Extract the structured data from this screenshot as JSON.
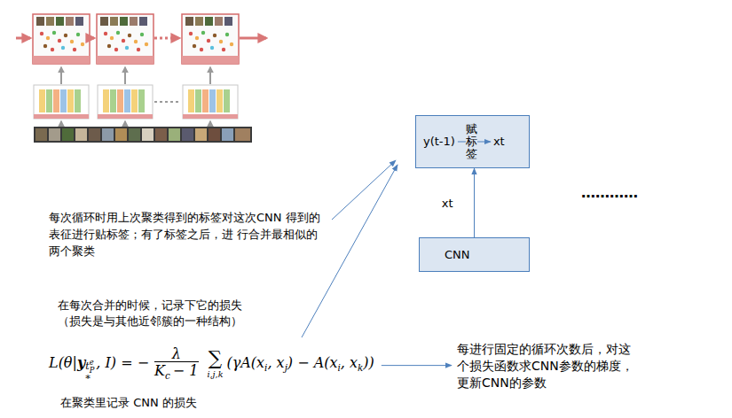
{
  "diagram": {
    "nodes": [
      {
        "text": [
          "y(t-1)",
          "赋标签",
          "xt"
        ]
      },
      {
        "text": [
          "CNN"
        ]
      }
    ],
    "edges": [
      {
        "from": 1,
        "to": 0,
        "arrow": "to",
        "label": "xt"
      }
    ],
    "labels": [
      "每次循环时用上次聚类得到的标签对这次CNN 得到的表征进行贴标签；有了标签之后，进 行合并最相似的两个聚类",
      "在每次合并的时候，记录下它的损失 （损失是与其他近邻簇的一种结构）",
      "L(θ|",
      "y",
      "t",
      "e",
      "P",
      "*",
      ", I) = −",
      "λ",
      "K",
      "c",
      "− 1",
      "∑",
      "i,j,k",
      "(γA(x",
      "i",
      ", x",
      "j",
      ") − A(x",
      "i",
      ", x",
      "k",
      "))",
      "每进行固定的循环次数后，对这 个损失函数求CNN参数的梯度， 更新CNN的参数",
      "在聚类里记录 CNN 的损失",
      "…………"
    ]
  }
}
